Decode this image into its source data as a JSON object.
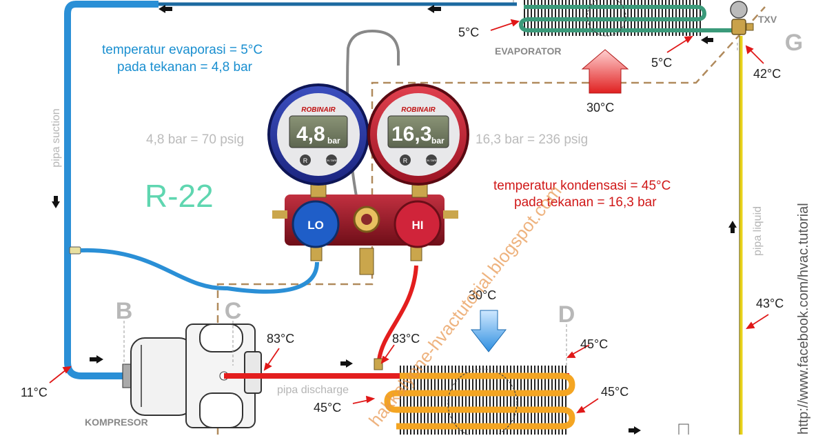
{
  "refrigerant": "R-22",
  "evaporation": {
    "line1": "temperatur evaporasi = 5°C",
    "line2": "pada tekanan = 4,8 bar"
  },
  "condensation": {
    "line1": "temperatur kondensasi = 45°C",
    "line2": "pada tekanan = 16,3 bar"
  },
  "low_gauge": {
    "reading": "4,8",
    "unit": "bar",
    "brand": "ROBINAIR",
    "conversion": "4,8 bar = 70 psig",
    "knob": "LO",
    "btn_r": "R",
    "btn_on": "ON TARE"
  },
  "high_gauge": {
    "reading": "16,3",
    "unit": "bar",
    "brand": "ROBINAIR",
    "conversion": "16,3 bar = 236 psig",
    "knob": "HI",
    "btn_r": "R",
    "btn_on": "ON TARE"
  },
  "points": {
    "b": "B",
    "c": "C",
    "d": "D",
    "g": "G"
  },
  "components": {
    "evaporator": "EVAPORATOR",
    "compressor": "KOMPRESOR",
    "txv": "TXV"
  },
  "pipes": {
    "suction": "pipa suction",
    "discharge": "pipa discharge",
    "liquid": "pipa liquid"
  },
  "temperatures": {
    "evap_in": "5°C",
    "evap_out": "5°C",
    "air_evap": "30°C",
    "txv_in": "42°C",
    "liquid": "43°C",
    "suction": "11°C",
    "discharge_c": "83°C",
    "discharge_hose": "83°C",
    "air_cond": "30°C",
    "cond_top": "45°C",
    "cond_mid": "45°C",
    "cond_left": "45°C"
  },
  "watermark": "hakkalyone-hvactutorial.blogspot.com",
  "side_url": "http://www.facebook.com/hvac.tutorial",
  "colors": {
    "suction": "#2a8fd6",
    "discharge": "#e31e1e",
    "liquid": "#e8d21a",
    "evap_coil": "#3a9a7a",
    "cond_coil": "#f4a522",
    "text_blue": "#1a8fd0",
    "text_red": "#d01818",
    "r22": "#5fd6b0",
    "dashed": "#b08a5c"
  }
}
